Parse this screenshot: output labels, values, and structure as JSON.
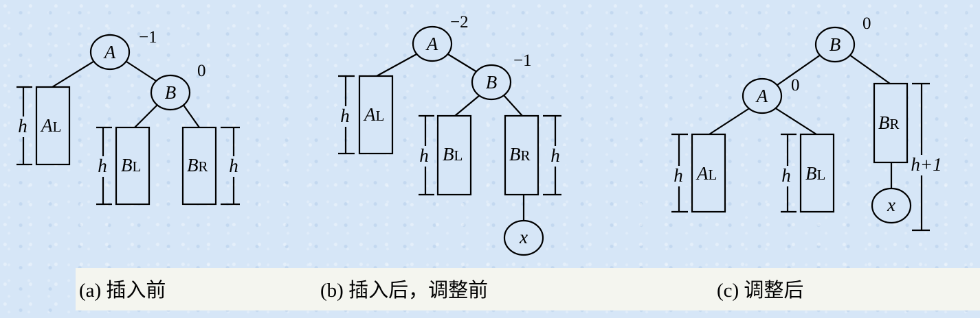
{
  "panels": [
    {
      "id": "a",
      "caption": "(a)  插入前",
      "nodes": {
        "A": "A",
        "B": "B"
      },
      "balance": {
        "A": "−1",
        "B": "0"
      },
      "subtrees": {
        "AL": {
          "main": "A",
          "sub": "L"
        },
        "BL": {
          "main": "B",
          "sub": "L"
        },
        "BR": {
          "main": "B",
          "sub": "R"
        }
      },
      "heights": {
        "AL": "h",
        "BL": "h",
        "BR": "h"
      }
    },
    {
      "id": "b",
      "caption": "(b)  插入后，调整前",
      "nodes": {
        "A": "A",
        "B": "B",
        "x": "x"
      },
      "balance": {
        "A": "−2",
        "B": "−1"
      },
      "subtrees": {
        "AL": {
          "main": "A",
          "sub": "L"
        },
        "BL": {
          "main": "B",
          "sub": "L"
        },
        "BR": {
          "main": "B",
          "sub": "R"
        }
      },
      "heights": {
        "AL": "h",
        "BL": "h",
        "BR": "h"
      }
    },
    {
      "id": "c",
      "caption": "(c)  调整后",
      "nodes": {
        "A": "A",
        "B": "B",
        "x": "x"
      },
      "balance": {
        "A": "0",
        "B": "0"
      },
      "subtrees": {
        "AL": {
          "main": "A",
          "sub": "L"
        },
        "BL": {
          "main": "B",
          "sub": "L"
        },
        "BR": {
          "main": "B",
          "sub": "R"
        }
      },
      "heights": {
        "AL": "h",
        "BL": "h",
        "BR": "h+1"
      }
    }
  ]
}
